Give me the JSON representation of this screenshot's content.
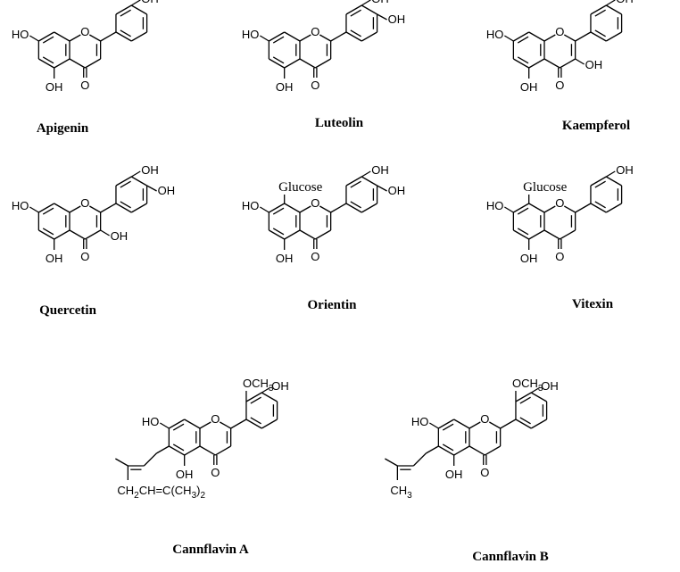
{
  "compounds": [
    {
      "name": "Apigenin"
    },
    {
      "name": "Luteolin"
    },
    {
      "name": "Kaempferol"
    },
    {
      "name": "Quercetin"
    },
    {
      "name": "Orientin",
      "c8_label": "Glucose"
    },
    {
      "name": "Vitexin",
      "c8_label": "Glucose"
    },
    {
      "name": "Cannflavin A",
      "chain_label": "CH2CH=C(CH3)2"
    },
    {
      "name": "Cannflavin B",
      "chain_label": "CH3"
    }
  ],
  "atoms": {
    "hydroxyl": "OH",
    "hydroxyl_left": "HO",
    "ring_oxygen": "O",
    "carbonyl_oxygen": "O",
    "methoxy": "OCH3"
  },
  "colors": {
    "ink": "#000000",
    "background": "#ffffff"
  }
}
